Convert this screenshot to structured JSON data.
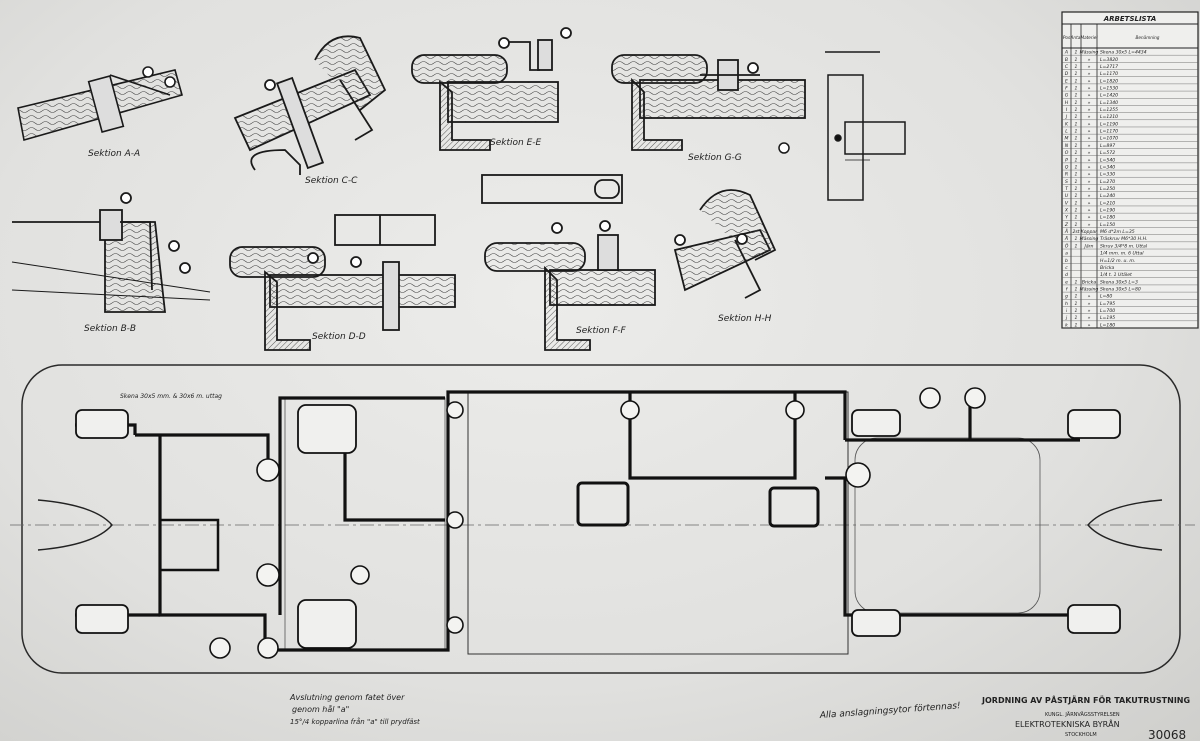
{
  "drawing": {
    "sections": [
      {
        "key": "AA",
        "title": "Sektion A-A"
      },
      {
        "key": "CC",
        "title": "Sektion C-C"
      },
      {
        "key": "EE",
        "title": "Sektion E-E"
      },
      {
        "key": "GG",
        "title": "Sektion G-G"
      },
      {
        "key": "BB",
        "title": "Sektion B-B"
      },
      {
        "key": "DD",
        "title": "Sektion D-D"
      },
      {
        "key": "FF",
        "title": "Sektion F-F"
      },
      {
        "key": "HH",
        "title": "Sektion H-H"
      }
    ],
    "parts_list": {
      "title": "ARBETSLISTA",
      "headers": [
        "Pos",
        "Antal",
        "Materiel",
        "Benämning"
      ],
      "rows": [
        [
          "A",
          "1",
          "Mässing",
          "Skena 30x5 L=4434"
        ],
        [
          "B",
          "1",
          "»",
          "L=3820"
        ],
        [
          "C",
          "1",
          "»",
          "L=2717"
        ],
        [
          "D",
          "1",
          "»",
          "L=1170"
        ],
        [
          "E",
          "1",
          "»",
          "L=1820"
        ],
        [
          "F",
          "1",
          "»",
          "L=1530"
        ],
        [
          "G",
          "1",
          "»",
          "L=1420"
        ],
        [
          "H",
          "1",
          "»",
          "L=1340"
        ],
        [
          "I",
          "1",
          "»",
          "L=1255"
        ],
        [
          "J",
          "1",
          "»",
          "L=1210"
        ],
        [
          "K",
          "1",
          "»",
          "L=1190"
        ],
        [
          "L",
          "1",
          "»",
          "L=1170"
        ],
        [
          "M",
          "1",
          "»",
          "L=1070"
        ],
        [
          "N",
          "1",
          "»",
          "L=897"
        ],
        [
          "O",
          "1",
          "»",
          "L=572"
        ],
        [
          "P",
          "1",
          "»",
          "L=540"
        ],
        [
          "Q",
          "1",
          "»",
          "L=340"
        ],
        [
          "R",
          "1",
          "»",
          "L=330"
        ],
        [
          "S",
          "1",
          "»",
          "L=270"
        ],
        [
          "T",
          "1",
          "»",
          "L=250"
        ],
        [
          "U",
          "1",
          "»",
          "L=240"
        ],
        [
          "V",
          "1",
          "»",
          "L=210"
        ],
        [
          "X",
          "1",
          "»",
          "L=190"
        ],
        [
          "Y",
          "1",
          "»",
          "L=180"
        ],
        [
          "Z",
          "1",
          "»",
          "L=150"
        ],
        [
          "Å",
          "2st",
          "Koppar",
          "M6 d*2m L=35"
        ],
        [
          "Ä",
          "1",
          "Mässing",
          "Träskruv M6*30 H.H."
        ],
        [
          "Ö",
          "1",
          "Järn",
          "Skruv 3/4*8 m. Uttal"
        ],
        [
          "a",
          "",
          "",
          "1/4 mm. m. 6 Uttal"
        ],
        [
          "b",
          "",
          "",
          "H=1/2 m. u. m."
        ],
        [
          "c",
          "",
          "",
          "Bricka"
        ],
        [
          "d",
          "",
          "",
          "1/4 t. 1 Utälet"
        ],
        [
          "e",
          "1",
          "Bricka",
          "Skena 30x5 L=3"
        ],
        [
          "f",
          "1",
          "Mässing",
          "Skena 30x5 L=80"
        ],
        [
          "g",
          "1",
          "»",
          "L=80"
        ],
        [
          "h",
          "1",
          "»",
          "L=795"
        ],
        [
          "i",
          "1",
          "»",
          "L=700"
        ],
        [
          "j",
          "1",
          "»",
          "L=195"
        ],
        [
          "k",
          "1",
          "»",
          "L=180"
        ]
      ]
    },
    "notes": {
      "dim_note": "Skena 30x5 mm. & 30x6 m. uttag",
      "bottom_left_note": [
        "Avslutning genom fatet över",
        "genom hål \"a\"",
        "15°/4 kopparlina från \"a\" till prydfäst"
      ],
      "center_note": "Alla anslagningsytor förtennas!"
    },
    "title_block": {
      "title": "JORDNING AV PÅSTJÄRN FÖR TAKUTRUSTNING",
      "org_small": "KUNGL. JÄRNVÄGSSTYRELSEN",
      "org": "ELEKTROTEKNISKA BYRÅN",
      "place": "STOCKHOLM",
      "drawing_no": "30068"
    }
  }
}
